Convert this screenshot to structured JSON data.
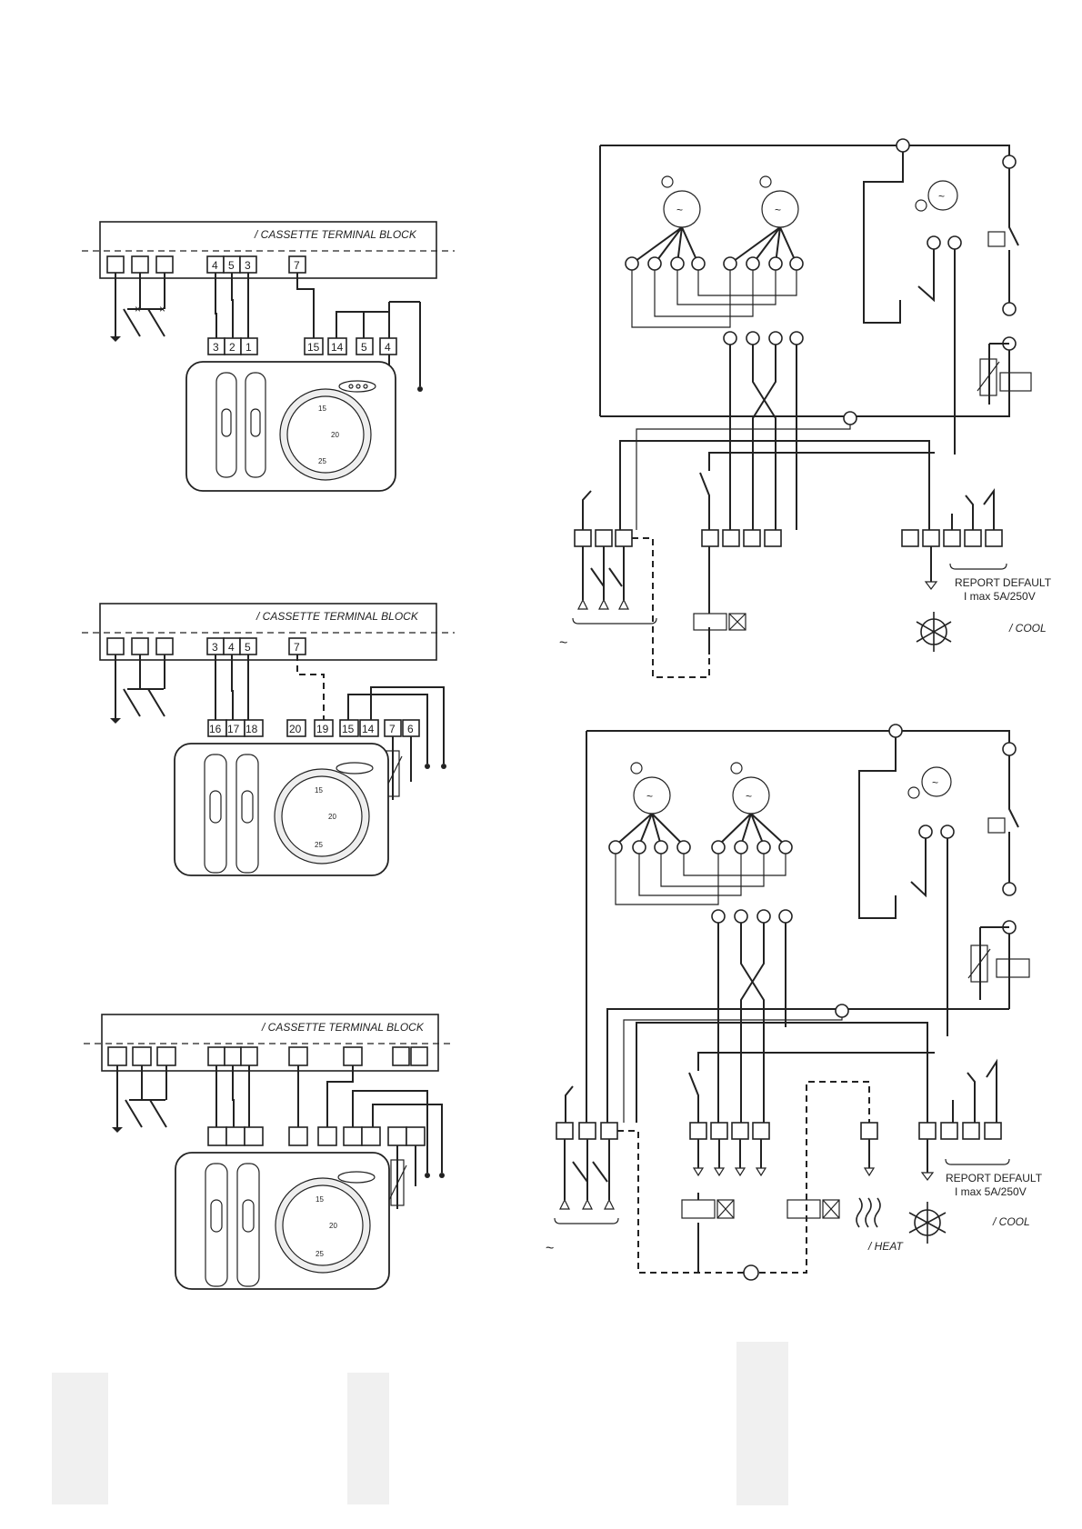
{
  "terminal_block_label": "/ CASSETTE TERMINAL BLOCK",
  "diagram1": {
    "top_terminals": [
      "4",
      "5",
      "3",
      "7"
    ],
    "bottom_terminals": [
      "3",
      "2",
      "1",
      "15",
      "14",
      "5",
      "4"
    ]
  },
  "diagram2": {
    "top_terminals": [
      "3",
      "4",
      "5",
      "7"
    ],
    "bottom_terminals": [
      "16",
      "17",
      "18",
      "20",
      "19",
      "15",
      "14",
      "7",
      "6"
    ]
  },
  "report_default": "REPORT DEFAULT",
  "imax": "I max 5A/250V",
  "cool": "/ COOL",
  "heat": "/ HEAT",
  "ac_symbol": "~",
  "thermostat_scale": [
    "15",
    "20",
    "25"
  ],
  "colors": {
    "line": "#222222",
    "panel": "#f0f0f0"
  }
}
